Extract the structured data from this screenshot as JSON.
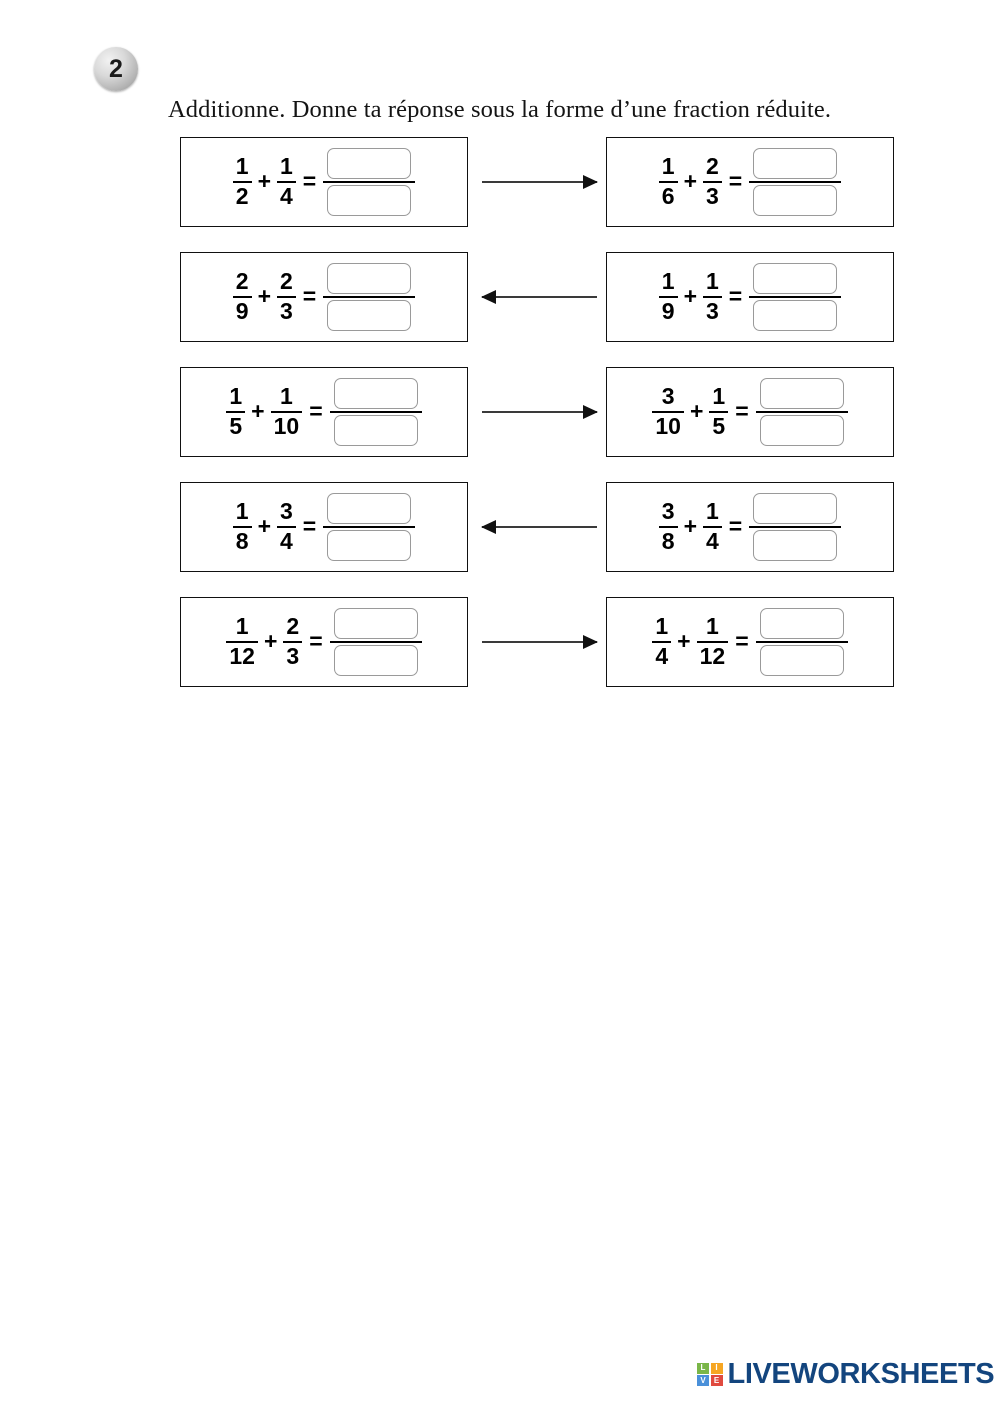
{
  "worksheet": {
    "exercise_number": "2",
    "instruction": "Additionne. Donne ta réponse sous la forme d’une fraction réduite.",
    "operator": "+",
    "equals": "="
  },
  "rows": [
    {
      "arrow": "right",
      "left": {
        "a_num": "1",
        "a_den": "2",
        "b_num": "1",
        "b_den": "4",
        "answer_num": "",
        "answer_den": ""
      },
      "right": {
        "a_num": "1",
        "a_den": "6",
        "b_num": "2",
        "b_den": "3",
        "answer_num": "",
        "answer_den": ""
      }
    },
    {
      "arrow": "left",
      "left": {
        "a_num": "2",
        "a_den": "9",
        "b_num": "2",
        "b_den": "3",
        "answer_num": "",
        "answer_den": ""
      },
      "right": {
        "a_num": "1",
        "a_den": "9",
        "b_num": "1",
        "b_den": "3",
        "answer_num": "",
        "answer_den": ""
      }
    },
    {
      "arrow": "right",
      "left": {
        "a_num": "1",
        "a_den": "5",
        "b_num": "1",
        "b_den": "10",
        "answer_num": "",
        "answer_den": ""
      },
      "right": {
        "a_num": "3",
        "a_den": "10",
        "b_num": "1",
        "b_den": "5",
        "answer_num": "",
        "answer_den": ""
      }
    },
    {
      "arrow": "left",
      "left": {
        "a_num": "1",
        "a_den": "8",
        "b_num": "3",
        "b_den": "4",
        "answer_num": "",
        "answer_den": ""
      },
      "right": {
        "a_num": "3",
        "a_den": "8",
        "b_num": "1",
        "b_den": "4",
        "answer_num": "",
        "answer_den": ""
      }
    },
    {
      "arrow": "right",
      "left": {
        "a_num": "1",
        "a_den": "12",
        "b_num": "2",
        "b_den": "3",
        "answer_num": "",
        "answer_den": ""
      },
      "right": {
        "a_num": "1",
        "a_den": "4",
        "b_num": "1",
        "b_den": "12",
        "answer_num": "",
        "answer_den": ""
      }
    }
  ],
  "footer": {
    "logo_tiles": [
      "L",
      "I",
      "V",
      "E"
    ],
    "logo_text": "LIVEWORKSHEETS",
    "logo_color": "#13457e",
    "tile_colors": [
      "#7ab648",
      "#f6a623",
      "#4a90d9",
      "#e04a3f"
    ]
  }
}
